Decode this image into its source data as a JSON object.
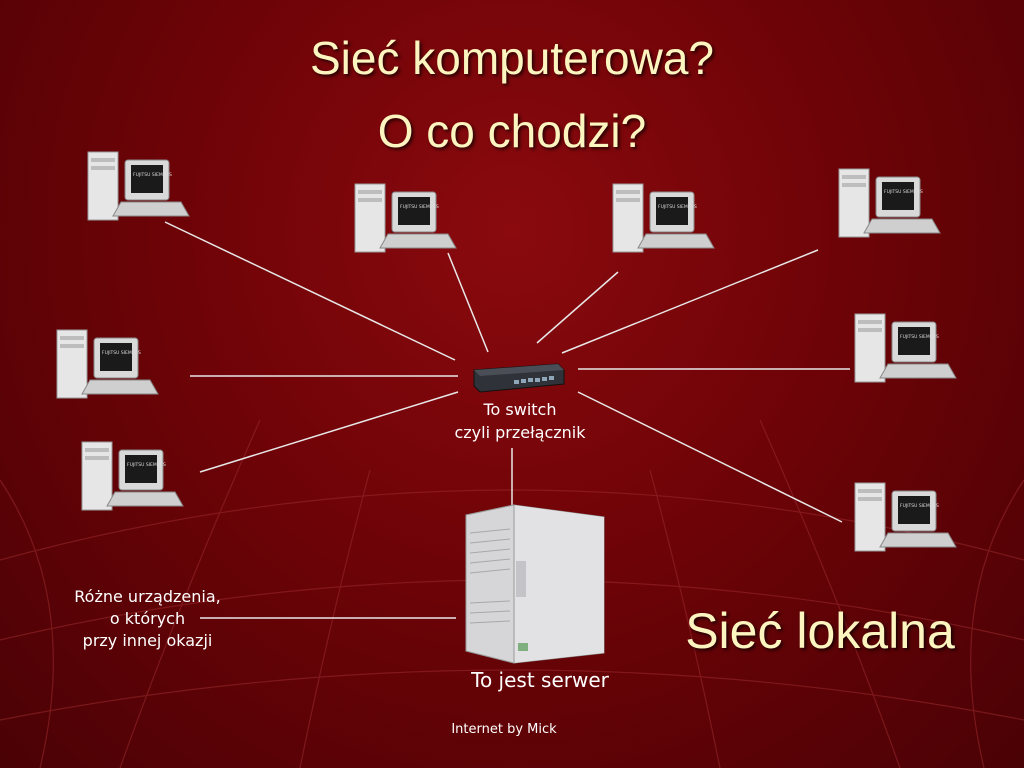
{
  "title": {
    "line1": "Sieć komputerowa?",
    "line2": "O co chodzi?"
  },
  "switch": {
    "label_line1": "To switch",
    "label_line2": "czyli przełącznik",
    "icon": "network-switch-icon"
  },
  "server": {
    "label": "To jest serwer",
    "icon": "server-tower-icon"
  },
  "devices_note": {
    "line1": "Różne urządzenia,",
    "line2": "o których",
    "line3": "przy innej okazji"
  },
  "lan_label": "Sieć lokalna",
  "footer": "Internet by Mick",
  "computers": [
    {
      "brand": "FUJITSU SIEMENS"
    },
    {
      "brand": "FUJITSU SIEMENS"
    },
    {
      "brand": "FUJITSU SIEMENS"
    },
    {
      "brand": "FUJITSU SIEMENS"
    },
    {
      "brand": "FUJITSU SIEMENS"
    },
    {
      "brand": "FUJITSU SIEMENS"
    },
    {
      "brand": "FUJITSU SIEMENS"
    },
    {
      "brand": "FUJITSU SIEMENS"
    }
  ],
  "colors": {
    "background": "#6e0307",
    "title": "#fdf5c0",
    "text": "#ffffff",
    "link": "#e8e8e8"
  }
}
